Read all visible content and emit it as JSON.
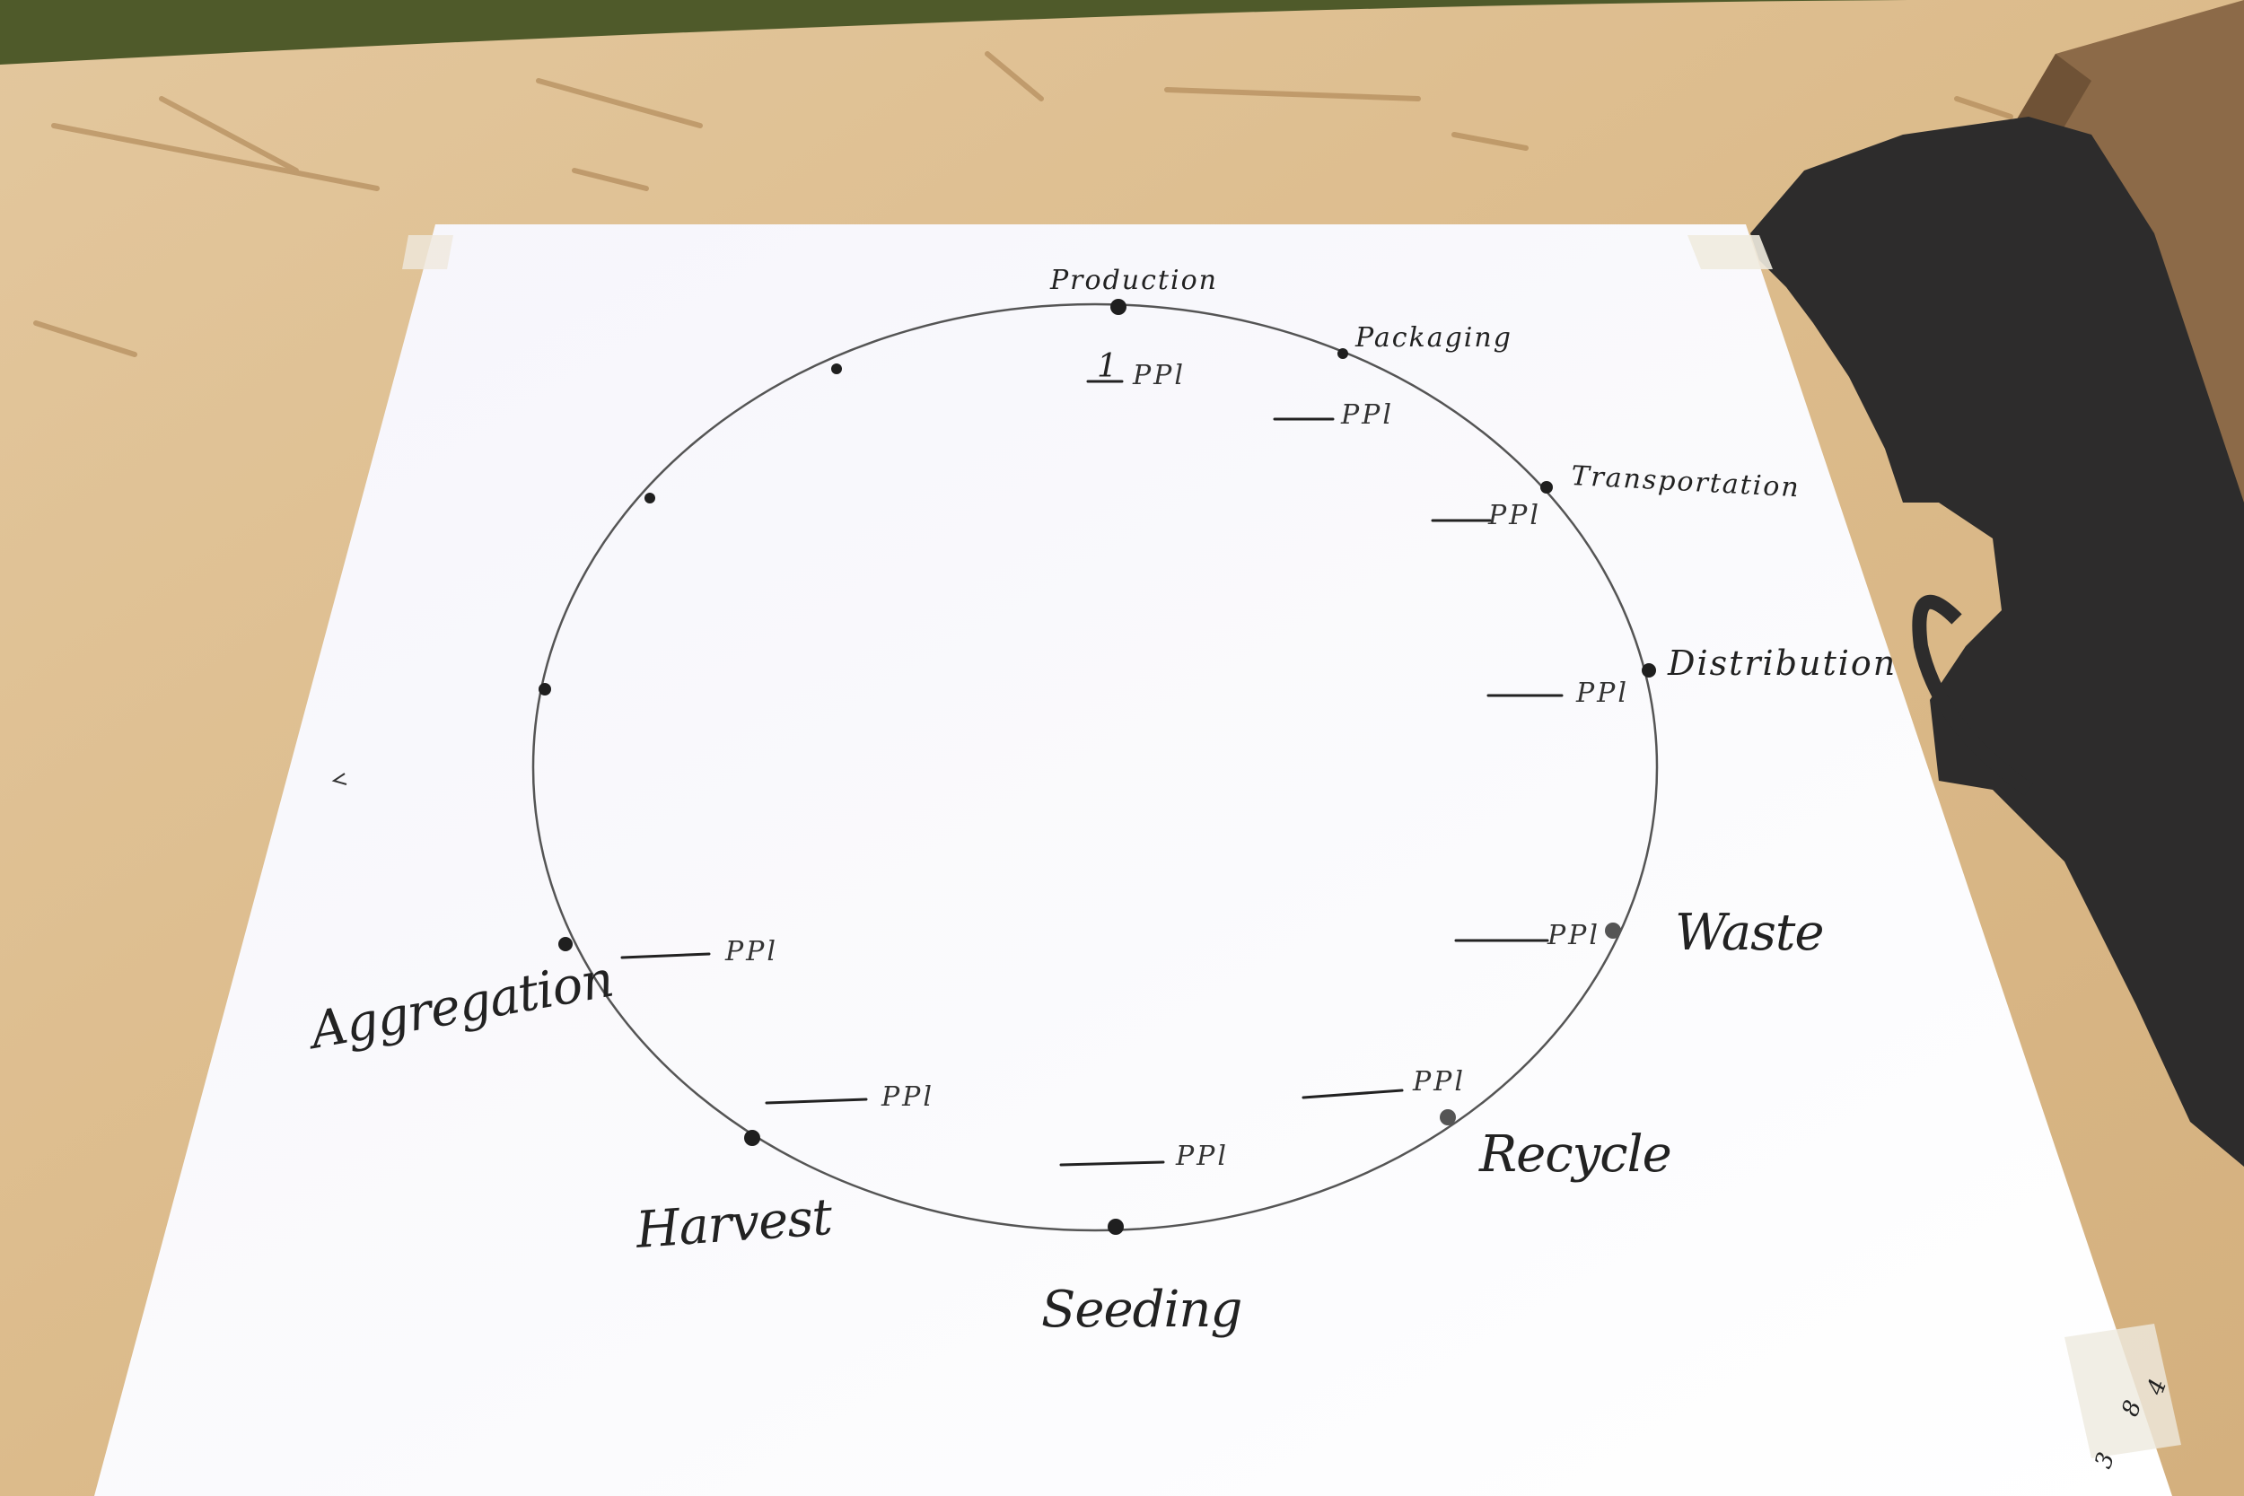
{
  "stages": {
    "production": "Production",
    "packaging": "Packaging",
    "transportation": "Transportation",
    "distribution": "Distribution",
    "waste": "Waste",
    "recycle": "Recycle",
    "seeding": "Seeding",
    "harvest": "Harvest",
    "aggregation": "Aggregation"
  },
  "ppl_unit": "PPl",
  "production_count": "1",
  "corner_marks": [
    "4",
    "8",
    "3"
  ]
}
